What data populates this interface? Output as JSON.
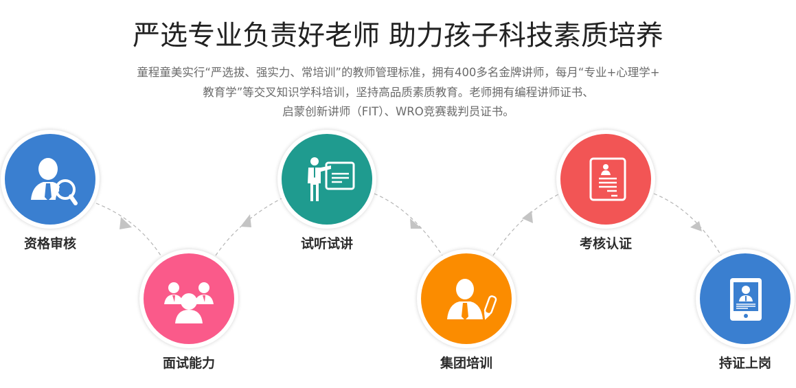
{
  "header": {
    "title": "严选专业负责好老师 助力孩子科技素质培养",
    "description_lines": [
      "童程童美实行“严选拔、强实力、常培训”的教师管理标准，拥有400多名金牌讲师，每月“专业+心理学+",
      "教育学”等交叉知识学科培训，坚持高品质素质教育。老师拥有编程讲师证书、",
      "启蒙创新讲师（FIT）、WRO竞赛裁判员证书。"
    ]
  },
  "steps": [
    {
      "label": "资格审核",
      "icon": "user-search-icon",
      "color": "#3a7fd0"
    },
    {
      "label": "面试能力",
      "icon": "user-group-icon",
      "color": "#fa5a8a"
    },
    {
      "label": "试听试讲",
      "icon": "presenter-board-icon",
      "color": "#1f9b8f"
    },
    {
      "label": "集团培训",
      "icon": "user-pencil-icon",
      "color": "#fb8c00"
    },
    {
      "label": "考核认证",
      "icon": "certificate-document-icon",
      "color": "#f25555"
    },
    {
      "label": "持证上岗",
      "icon": "tablet-profile-icon",
      "color": "#3a7fd0"
    }
  ],
  "connector": {
    "color": "#b5b5b5",
    "style": "dashed-arrow"
  }
}
